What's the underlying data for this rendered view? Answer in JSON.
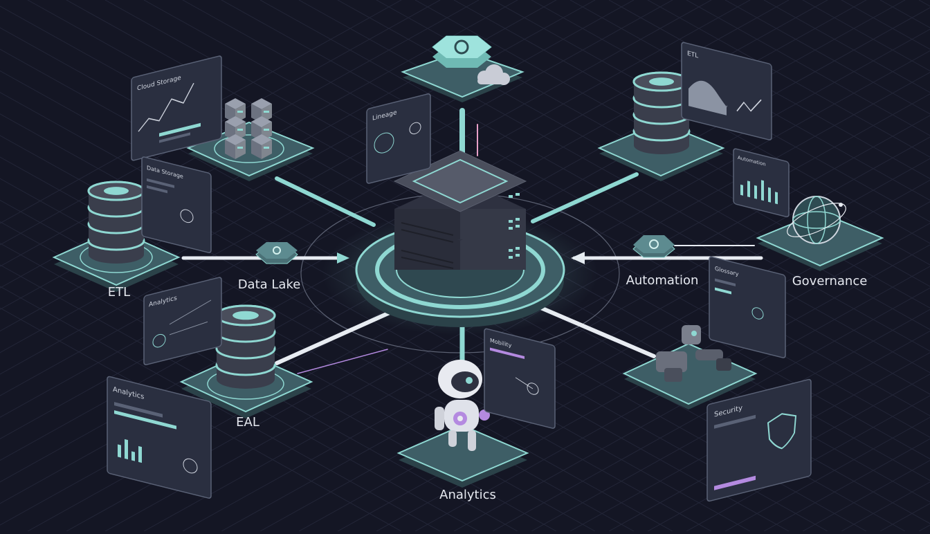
{
  "colors": {
    "background": "#141624",
    "grid": "#232638",
    "teal": "#8fd8d2",
    "teal_dark": "#3f6f75",
    "platform_top": "#3e5e66",
    "platform_side": "#2b4249",
    "panel": "#2a2f40",
    "panel_border": "#5a6276",
    "server": "#3c3f4c",
    "connector": "#e8ecf2",
    "accent_violet": "#b48ae0",
    "label": "#e6e9f0"
  },
  "nodes": {
    "etl": {
      "label": "ETL",
      "icon": "database-icon"
    },
    "data_lake": {
      "label": "Data Lake",
      "icon": "router-icon"
    },
    "eal": {
      "label": "EAL",
      "icon": "database-icon"
    },
    "analytics": {
      "label": "Analytics",
      "icon": "robot-icon"
    },
    "automation": {
      "label": "Automation",
      "icon": "router-icon"
    },
    "governance": {
      "label": "Governance",
      "icon": "globe-icon"
    },
    "central": {
      "icon": "server-rack-icon"
    },
    "cloud": {
      "icon": "cloud-icon"
    },
    "cubes": {
      "icon": "cube-stack-icon"
    },
    "db_top_right": {
      "icon": "database-icon"
    },
    "robot_arm": {
      "icon": "robot-arm-icon"
    }
  },
  "panels": {
    "cloud_storage": {
      "title": "Cloud Storage"
    },
    "data_storage": {
      "title": "Data Storage"
    },
    "lineage": {
      "title": "Lineage"
    },
    "etl_top": {
      "title": "ETL"
    },
    "automation_panel": {
      "title": "Automation"
    },
    "analytics_side": {
      "title": "Analytics"
    },
    "analytics_bottom": {
      "title": "Analytics"
    },
    "mobility": {
      "title": "Mobility"
    },
    "glossary": {
      "title": "Glossary"
    },
    "security": {
      "title": "Security",
      "icon": "shield-icon"
    }
  }
}
